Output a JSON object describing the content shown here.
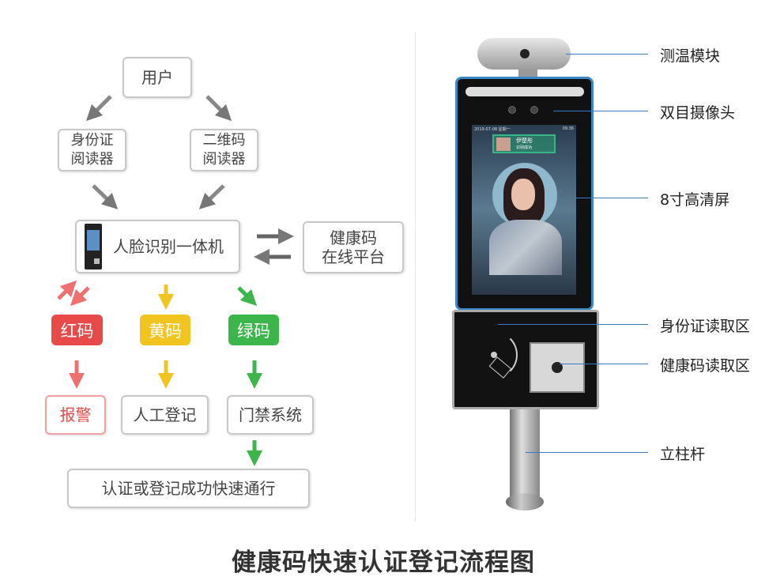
{
  "flow": {
    "user": "用户",
    "id_reader": [
      "身份证",
      "阅读器"
    ],
    "qr_reader": [
      "二维码",
      "阅读器"
    ],
    "face_machine": "人脸识别一体机",
    "platform": [
      "健康码",
      "在线平台"
    ],
    "red_code": "红码",
    "yellow_code": "黄码",
    "green_code": "绿码",
    "alarm": "报警",
    "manual": "人工登记",
    "access": "门禁系统",
    "pass": "认证或登记成功快速通行"
  },
  "device": {
    "labels": [
      "测温模块",
      "双目摄像头",
      "8寸高清屏",
      "身份证读取区",
      "健康码读取区",
      "立柱杆"
    ],
    "screen": {
      "date": "2019-07-08 星期一",
      "time": "09:36",
      "name": "伊楚彤",
      "status": "识别成功"
    }
  },
  "title": "健康码快速认证登记流程图",
  "colors": {
    "red": "#e84a4a",
    "yellow": "#f2c420",
    "green": "#3cb54a",
    "gray_arrow": "#777777"
  }
}
